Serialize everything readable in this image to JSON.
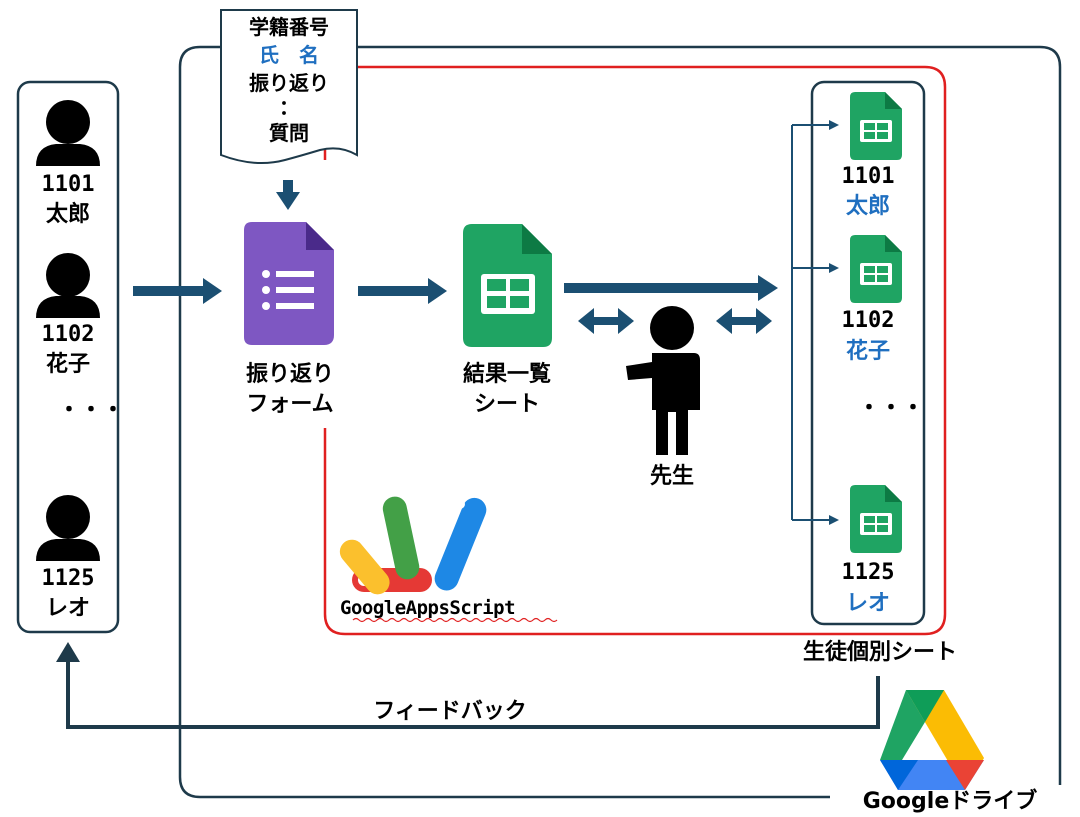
{
  "form_items": {
    "line1": "学籍番号",
    "line2": "氏　名",
    "line3": "振り返り",
    "line4": "：",
    "line5": "質問"
  },
  "students": [
    {
      "id": "1101",
      "name": "太郎"
    },
    {
      "id": "1102",
      "name": "花子"
    },
    {
      "id": "1125",
      "name": "レオ"
    }
  ],
  "ellipsis": "・・・",
  "form_label_1": "振り返り",
  "form_label_2": "フォーム",
  "sheet_label_1": "結果一覧",
  "sheet_label_2": "シート",
  "teacher_label": "先生",
  "gas_label": "GoogleAppsScript",
  "individual_sheets_label": "生徒個別シート",
  "feedback_label": "フィードバック",
  "drive_label": "Googleドライブ",
  "colors": {
    "arrow": "#1b4f72",
    "gas_border": "#e02020",
    "box_border": "#1e3a4a",
    "forms_purple": "#7e57c2",
    "sheets_green": "#1fa463",
    "name_blue": "#1f6fc0"
  }
}
